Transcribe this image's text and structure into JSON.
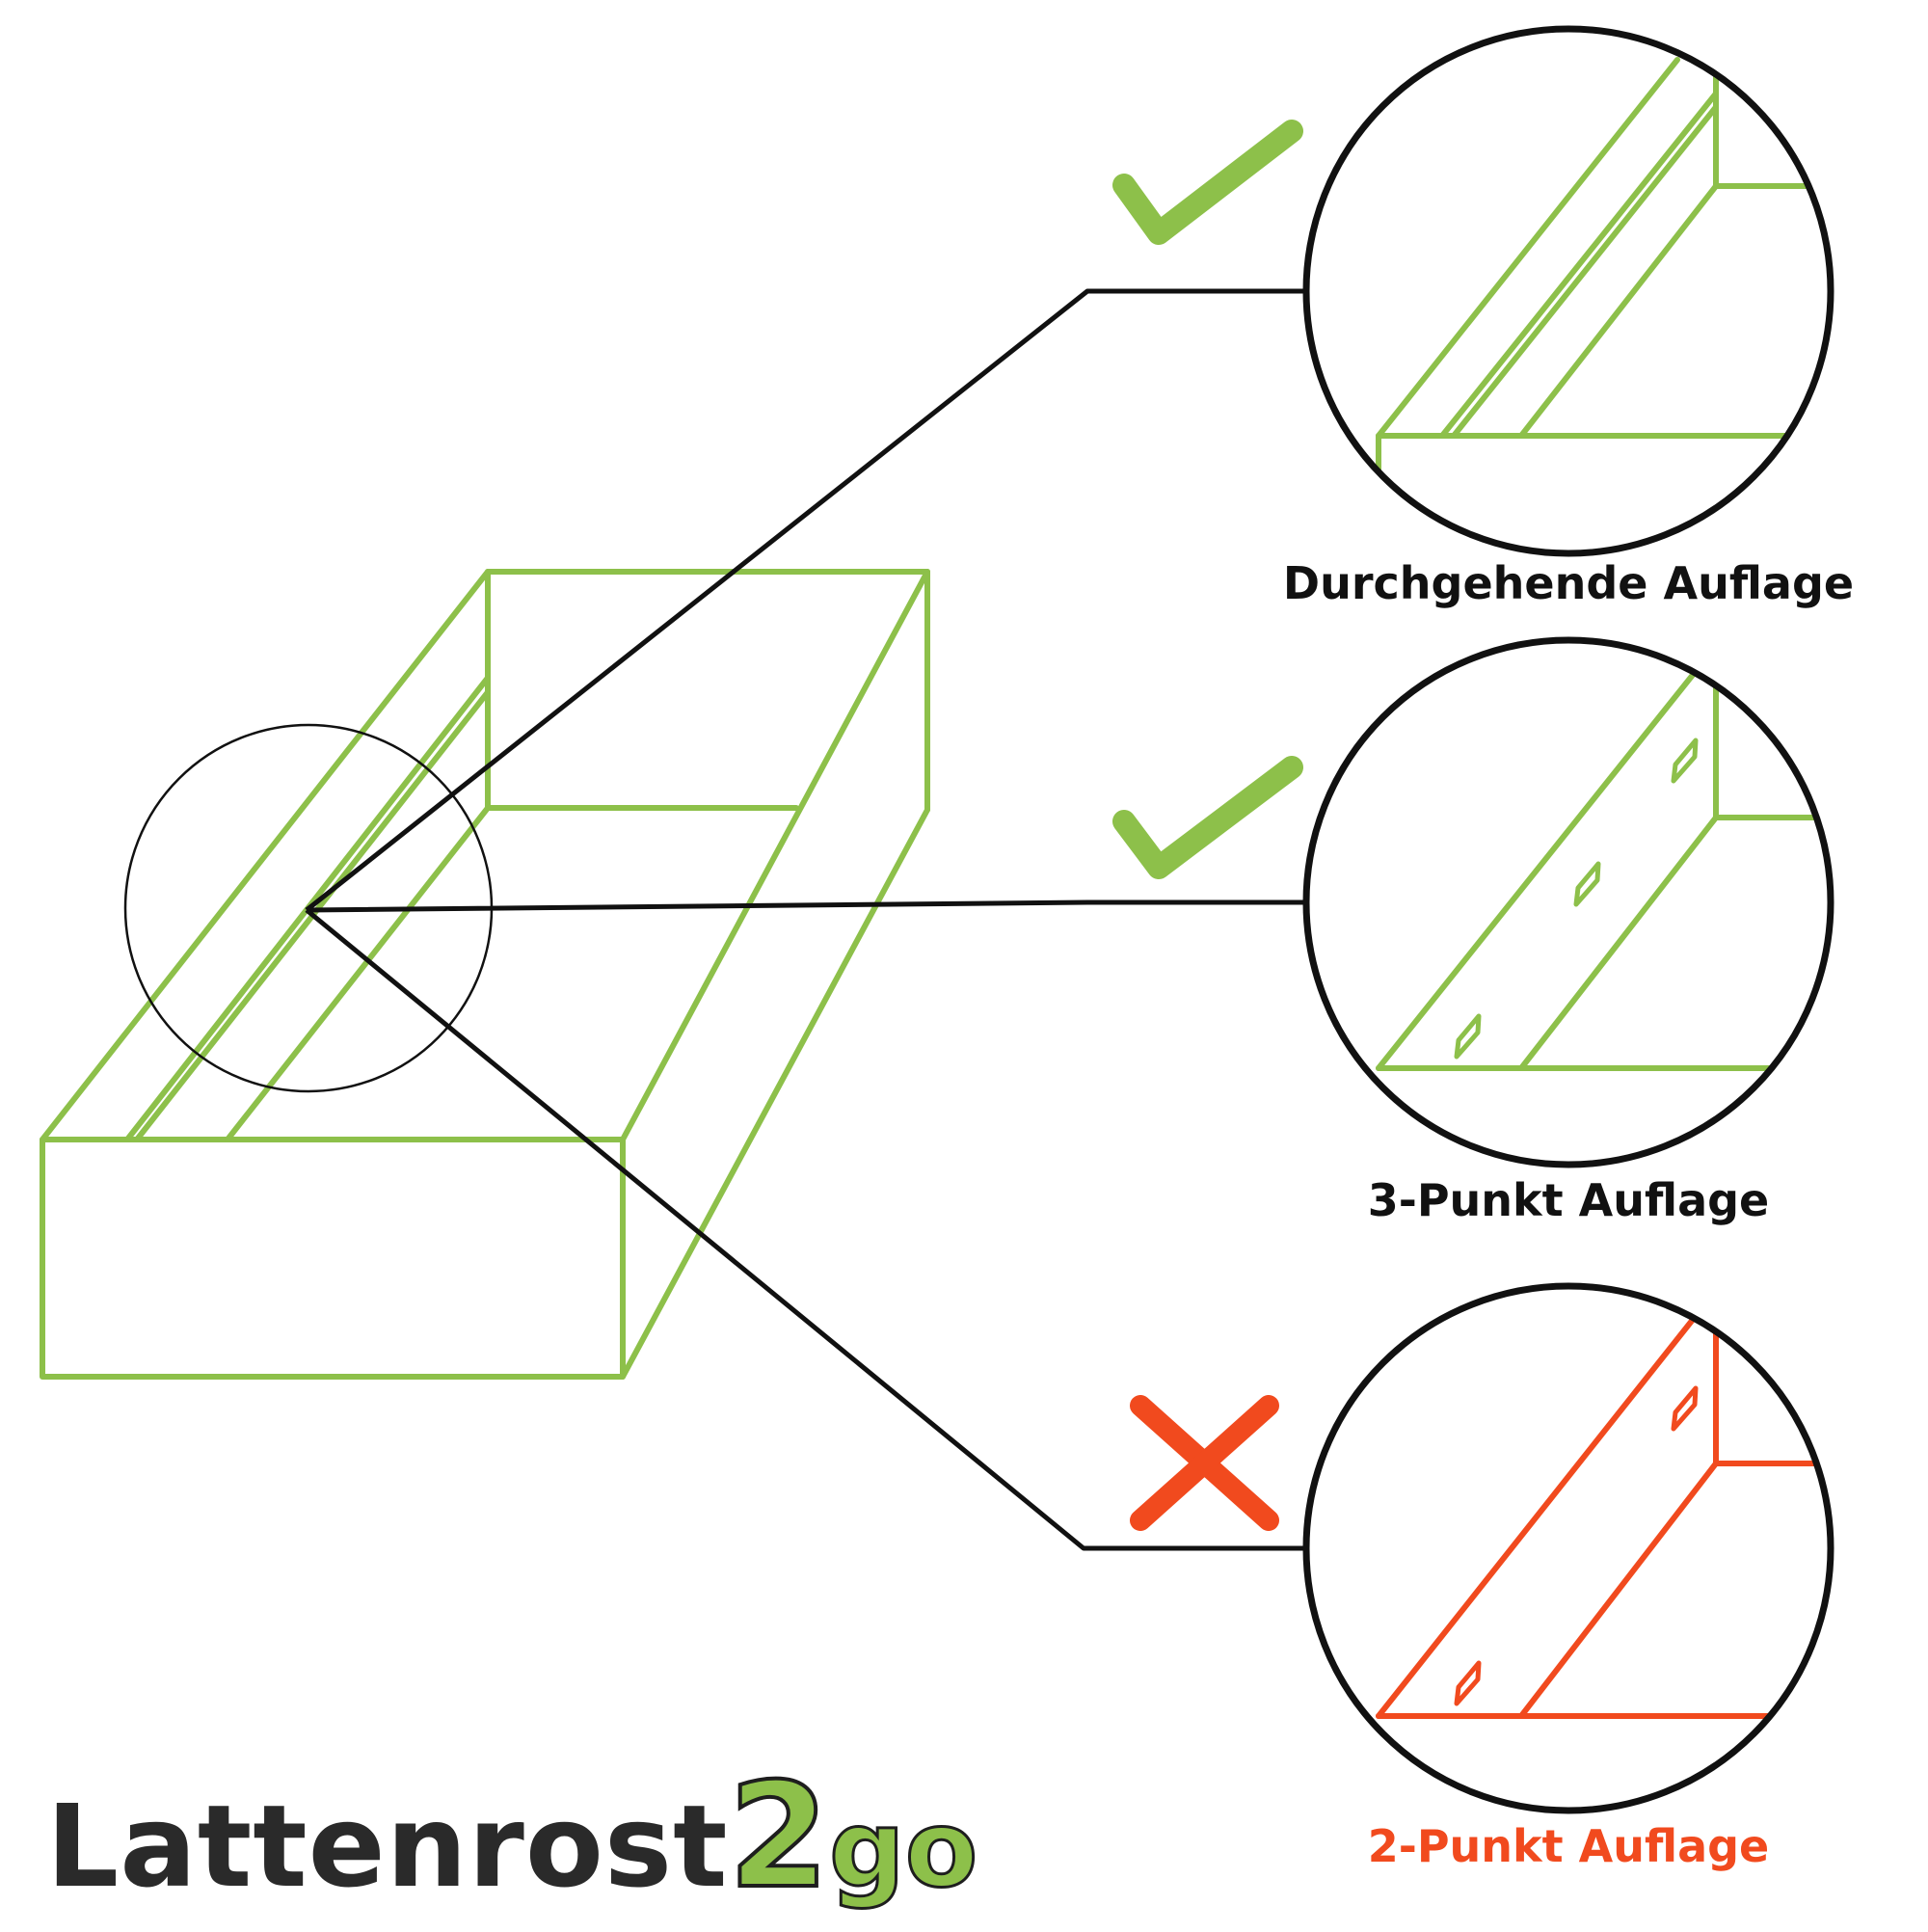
{
  "colors": {
    "good": "#8dc04a",
    "bad": "#f14a1e",
    "line": "#111111",
    "logo_dark": "#2a2a2a",
    "logo_green": "#8dc04a"
  },
  "options": [
    {
      "label": "Durchgehende Auflage",
      "status": "ok",
      "icon": "check-icon"
    },
    {
      "label": "3-Punkt Auflage",
      "status": "ok",
      "icon": "check-icon"
    },
    {
      "label": "2-Punkt Auflage",
      "status": "bad",
      "icon": "cross-icon"
    }
  ],
  "logo": {
    "part1": "Lattenrost",
    "part2": "2",
    "part3": "go"
  }
}
